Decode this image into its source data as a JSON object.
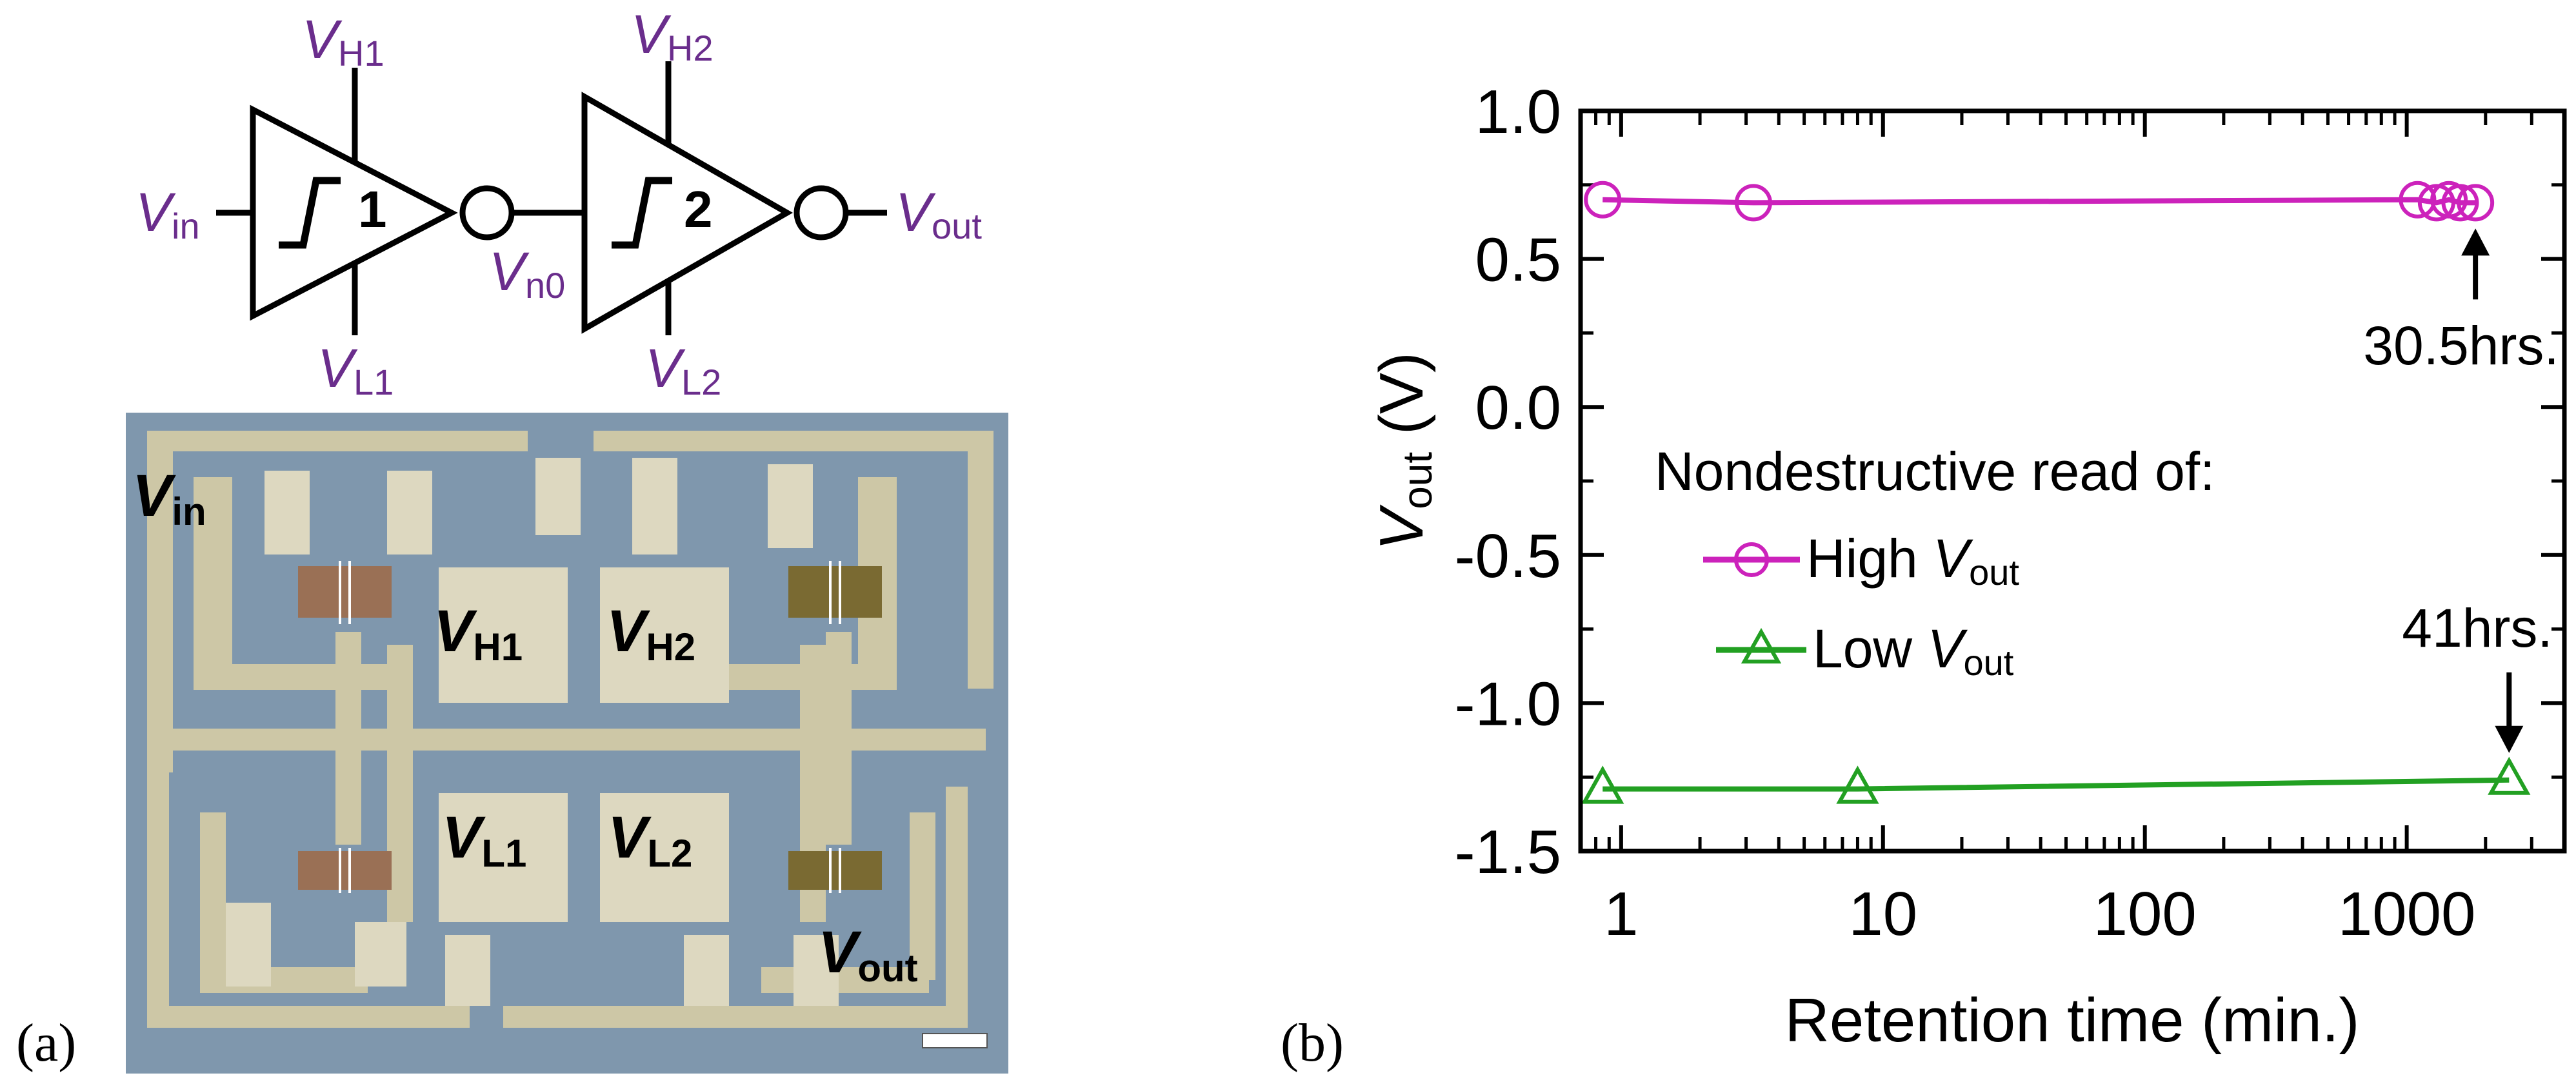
{
  "panel_labels": {
    "a": "(a)",
    "b": "(b)"
  },
  "schematic": {
    "v_in": {
      "main": "V",
      "sub": "in"
    },
    "v_h1": {
      "main": "V",
      "sub": "H1"
    },
    "v_l1": {
      "main": "V",
      "sub": "L1"
    },
    "v_h2": {
      "main": "V",
      "sub": "H2"
    },
    "v_l2": {
      "main": "V",
      "sub": "L2"
    },
    "v_n0": {
      "main": "V",
      "sub": "n0"
    },
    "v_out": {
      "main": "V",
      "sub": "out"
    },
    "gate1_number": "1",
    "gate2_number": "2",
    "label_color": "#6a2d8c"
  },
  "micrograph": {
    "v_in": {
      "main": "V",
      "sub": "in"
    },
    "v_h1": {
      "main": "V",
      "sub": "H1"
    },
    "v_h2": {
      "main": "V",
      "sub": "H2"
    },
    "v_l1": {
      "main": "V",
      "sub": "L1"
    },
    "v_l2": {
      "main": "V",
      "sub": "L2"
    },
    "v_out": {
      "main": "V",
      "sub": "out"
    },
    "colors": {
      "substrate": "#7f97ad",
      "metal": "#cdc7a6",
      "pad": "#ddd8c0",
      "channel_a": "#9a7055",
      "channel_b": "#7a6a32"
    }
  },
  "chart_data": {
    "type": "scatter",
    "x_scale": "log",
    "xlim": [
      0.7,
      4000
    ],
    "ylim": [
      -1.5,
      1.0
    ],
    "x_ticks": [
      1,
      10,
      100,
      1000
    ],
    "x_tick_labels": [
      "1",
      "10",
      "100",
      "1000"
    ],
    "y_ticks": [
      1.0,
      0.5,
      0.0,
      -0.5,
      -1.0,
      -1.5
    ],
    "y_tick_labels": [
      "1.0",
      "0.5",
      "0.0",
      "-0.5",
      "-1.0",
      "-1.5"
    ],
    "xlabel": "Retention time (min.)",
    "ylabel": {
      "main": "V",
      "sub": "out",
      "unit": " (V)"
    },
    "grid": false,
    "legend": {
      "title": "Nondestructive read of:",
      "placement": "center",
      "entries": [
        {
          "prefix": "High ",
          "main": "V",
          "sub": "out",
          "marker": "circle",
          "color": "#cc22bb"
        },
        {
          "prefix": "Low ",
          "main": "V",
          "sub": "out",
          "marker": "triangle",
          "color": "#22a022"
        }
      ]
    },
    "series": [
      {
        "marker": "circle",
        "color": "#cc22bb",
        "x": [
          0.85,
          3.2,
          1100,
          1300,
          1450,
          1600,
          1830
        ],
        "y": [
          0.7,
          0.69,
          0.7,
          0.69,
          0.7,
          0.69,
          0.69
        ]
      },
      {
        "marker": "triangle",
        "color": "#22a022",
        "x": [
          0.85,
          8,
          2460
        ],
        "y": [
          -1.29,
          -1.29,
          -1.26
        ]
      }
    ],
    "annotations": [
      {
        "text": "30.5hrs.",
        "x": 1830,
        "y": 0.69
      },
      {
        "text": "41hrs.",
        "x": 2460,
        "y": -1.26
      }
    ]
  }
}
